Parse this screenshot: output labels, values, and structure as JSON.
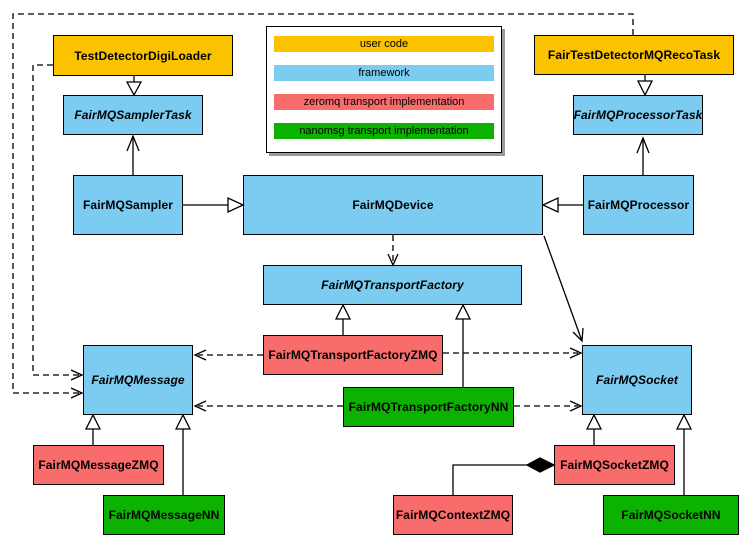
{
  "legend": {
    "items": [
      {
        "label": "user code",
        "category": "user_code",
        "color": "#FBC200"
      },
      {
        "label": "framework",
        "category": "framework",
        "color": "#7CCBF1"
      },
      {
        "label": "zeromq transport implementation",
        "category": "zeromq",
        "color": "#F96C6C"
      },
      {
        "label": "nanomsg transport implementation",
        "category": "nanomsg",
        "color": "#0BB300"
      }
    ]
  },
  "colors": {
    "user_code": "#FBC200",
    "framework": "#7CCBF1",
    "zeromq": "#F96C6C",
    "nanomsg": "#0BB300",
    "border": "#000000",
    "background": "#FFFFFF"
  },
  "nodes": {
    "testDetectorDigiLoader": {
      "label": "TestDetectorDigiLoader",
      "category": "user_code",
      "abstract": false
    },
    "fairTestDetectorMQRecoTask": {
      "label": "FairTestDetectorMQRecoTask",
      "category": "user_code",
      "abstract": false
    },
    "fairMQSamplerTask": {
      "label": "FairMQSamplerTask",
      "category": "framework",
      "abstract": true
    },
    "fairMQProcessorTask": {
      "label": "FairMQProcessorTask",
      "category": "framework",
      "abstract": true
    },
    "fairMQSampler": {
      "label": "FairMQSampler",
      "category": "framework",
      "abstract": false
    },
    "fairMQDevice": {
      "label": "FairMQDevice",
      "category": "framework",
      "abstract": false
    },
    "fairMQProcessor": {
      "label": "FairMQProcessor",
      "category": "framework",
      "abstract": false
    },
    "fairMQTransportFactory": {
      "label": "FairMQTransportFactory",
      "category": "framework",
      "abstract": true
    },
    "fairMQTransportFactoryZMQ": {
      "label": "FairMQTransportFactoryZMQ",
      "category": "zeromq",
      "abstract": false
    },
    "fairMQTransportFactoryNN": {
      "label": "FairMQTransportFactoryNN",
      "category": "nanomsg",
      "abstract": false
    },
    "fairMQMessage": {
      "label": "FairMQMessage",
      "category": "framework",
      "abstract": true
    },
    "fairMQSocket": {
      "label": "FairMQSocket",
      "category": "framework",
      "abstract": true
    },
    "fairMQMessageZMQ": {
      "label": "FairMQMessageZMQ",
      "category": "zeromq",
      "abstract": false
    },
    "fairMQMessageNN": {
      "label": "FairMQMessageNN",
      "category": "nanomsg",
      "abstract": false
    },
    "fairMQSocketZMQ": {
      "label": "FairMQSocketZMQ",
      "category": "zeromq",
      "abstract": false
    },
    "fairMQContextZMQ": {
      "label": "FairMQContextZMQ",
      "category": "zeromq",
      "abstract": false
    },
    "fairMQSocketNN": {
      "label": "FairMQSocketNN",
      "category": "nanomsg",
      "abstract": false
    }
  },
  "edges": [
    {
      "from": "TestDetectorDigiLoader",
      "to": "FairMQSamplerTask",
      "type": "inheritance"
    },
    {
      "from": "FairTestDetectorMQRecoTask",
      "to": "FairMQProcessorTask",
      "type": "inheritance"
    },
    {
      "from": "FairMQSampler",
      "to": "FairMQDevice",
      "type": "inheritance"
    },
    {
      "from": "FairMQProcessor",
      "to": "FairMQDevice",
      "type": "inheritance"
    },
    {
      "from": "FairMQSampler",
      "to": "FairMQSamplerTask",
      "type": "association"
    },
    {
      "from": "FairMQProcessor",
      "to": "FairMQProcessorTask",
      "type": "association"
    },
    {
      "from": "FairMQDevice",
      "to": "FairMQTransportFactory",
      "type": "dependency"
    },
    {
      "from": "FairMQDevice",
      "to": "FairMQSocket",
      "type": "association"
    },
    {
      "from": "TestDetectorDigiLoader",
      "to": "FairMQMessage",
      "type": "dependency"
    },
    {
      "from": "FairTestDetectorMQRecoTask",
      "to": "FairMQMessage",
      "type": "dependency"
    },
    {
      "from": "FairMQTransportFactoryZMQ",
      "to": "FairMQTransportFactory",
      "type": "inheritance"
    },
    {
      "from": "FairMQTransportFactoryNN",
      "to": "FairMQTransportFactory",
      "type": "inheritance"
    },
    {
      "from": "FairMQTransportFactoryZMQ",
      "to": "FairMQMessage",
      "type": "dependency"
    },
    {
      "from": "FairMQTransportFactoryZMQ",
      "to": "FairMQSocket",
      "type": "dependency"
    },
    {
      "from": "FairMQTransportFactoryNN",
      "to": "FairMQMessage",
      "type": "dependency"
    },
    {
      "from": "FairMQTransportFactoryNN",
      "to": "FairMQSocket",
      "type": "dependency"
    },
    {
      "from": "FairMQMessageZMQ",
      "to": "FairMQMessage",
      "type": "inheritance"
    },
    {
      "from": "FairMQMessageNN",
      "to": "FairMQMessage",
      "type": "inheritance"
    },
    {
      "from": "FairMQSocketZMQ",
      "to": "FairMQSocket",
      "type": "inheritance"
    },
    {
      "from": "FairMQSocketNN",
      "to": "FairMQSocket",
      "type": "inheritance"
    },
    {
      "from": "FairMQContextZMQ",
      "to": "FairMQSocketZMQ",
      "type": "composition"
    }
  ]
}
